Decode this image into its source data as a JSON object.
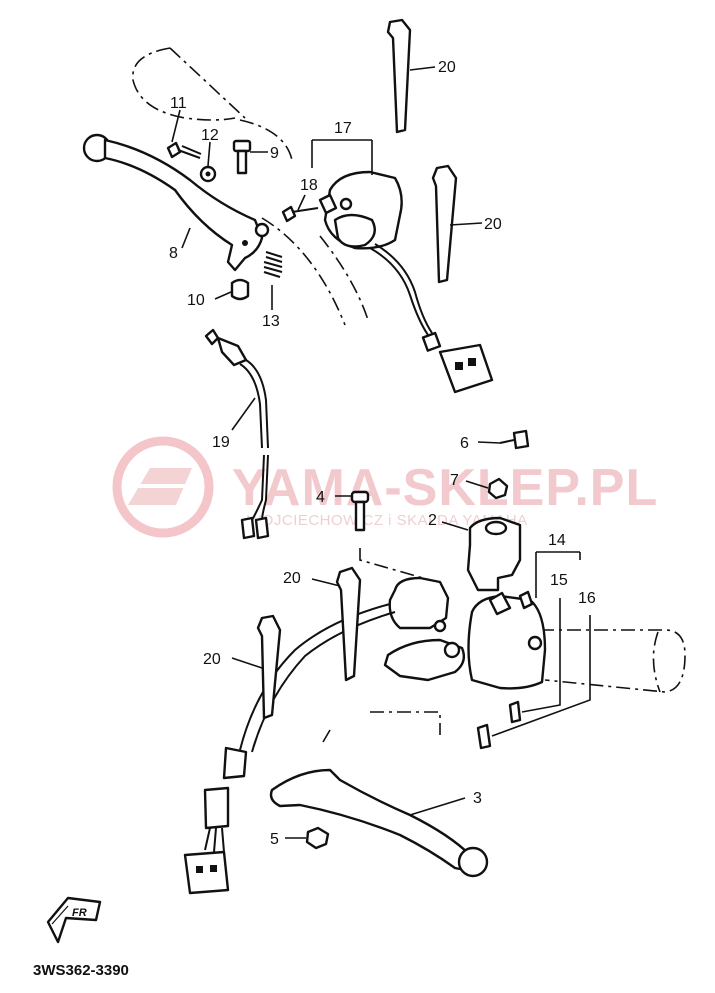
{
  "diagram": {
    "callouts": [
      "2",
      "3",
      "4",
      "5",
      "6",
      "7",
      "8",
      "9",
      "10",
      "11",
      "12",
      "13",
      "14",
      "15",
      "16",
      "17",
      "18",
      "19",
      "20",
      "20",
      "20",
      "20"
    ],
    "watermark": {
      "title": "YAMA-SKLEP.PL",
      "subtitle": "WOJCIECHOWICZ i SKALDA YAMAHA",
      "logo_icon": "yamaha-logo-icon"
    },
    "front_marker": "FR",
    "front_marker_icon": "fr-arrow-icon",
    "diagram_code": "3WS362-3390"
  }
}
